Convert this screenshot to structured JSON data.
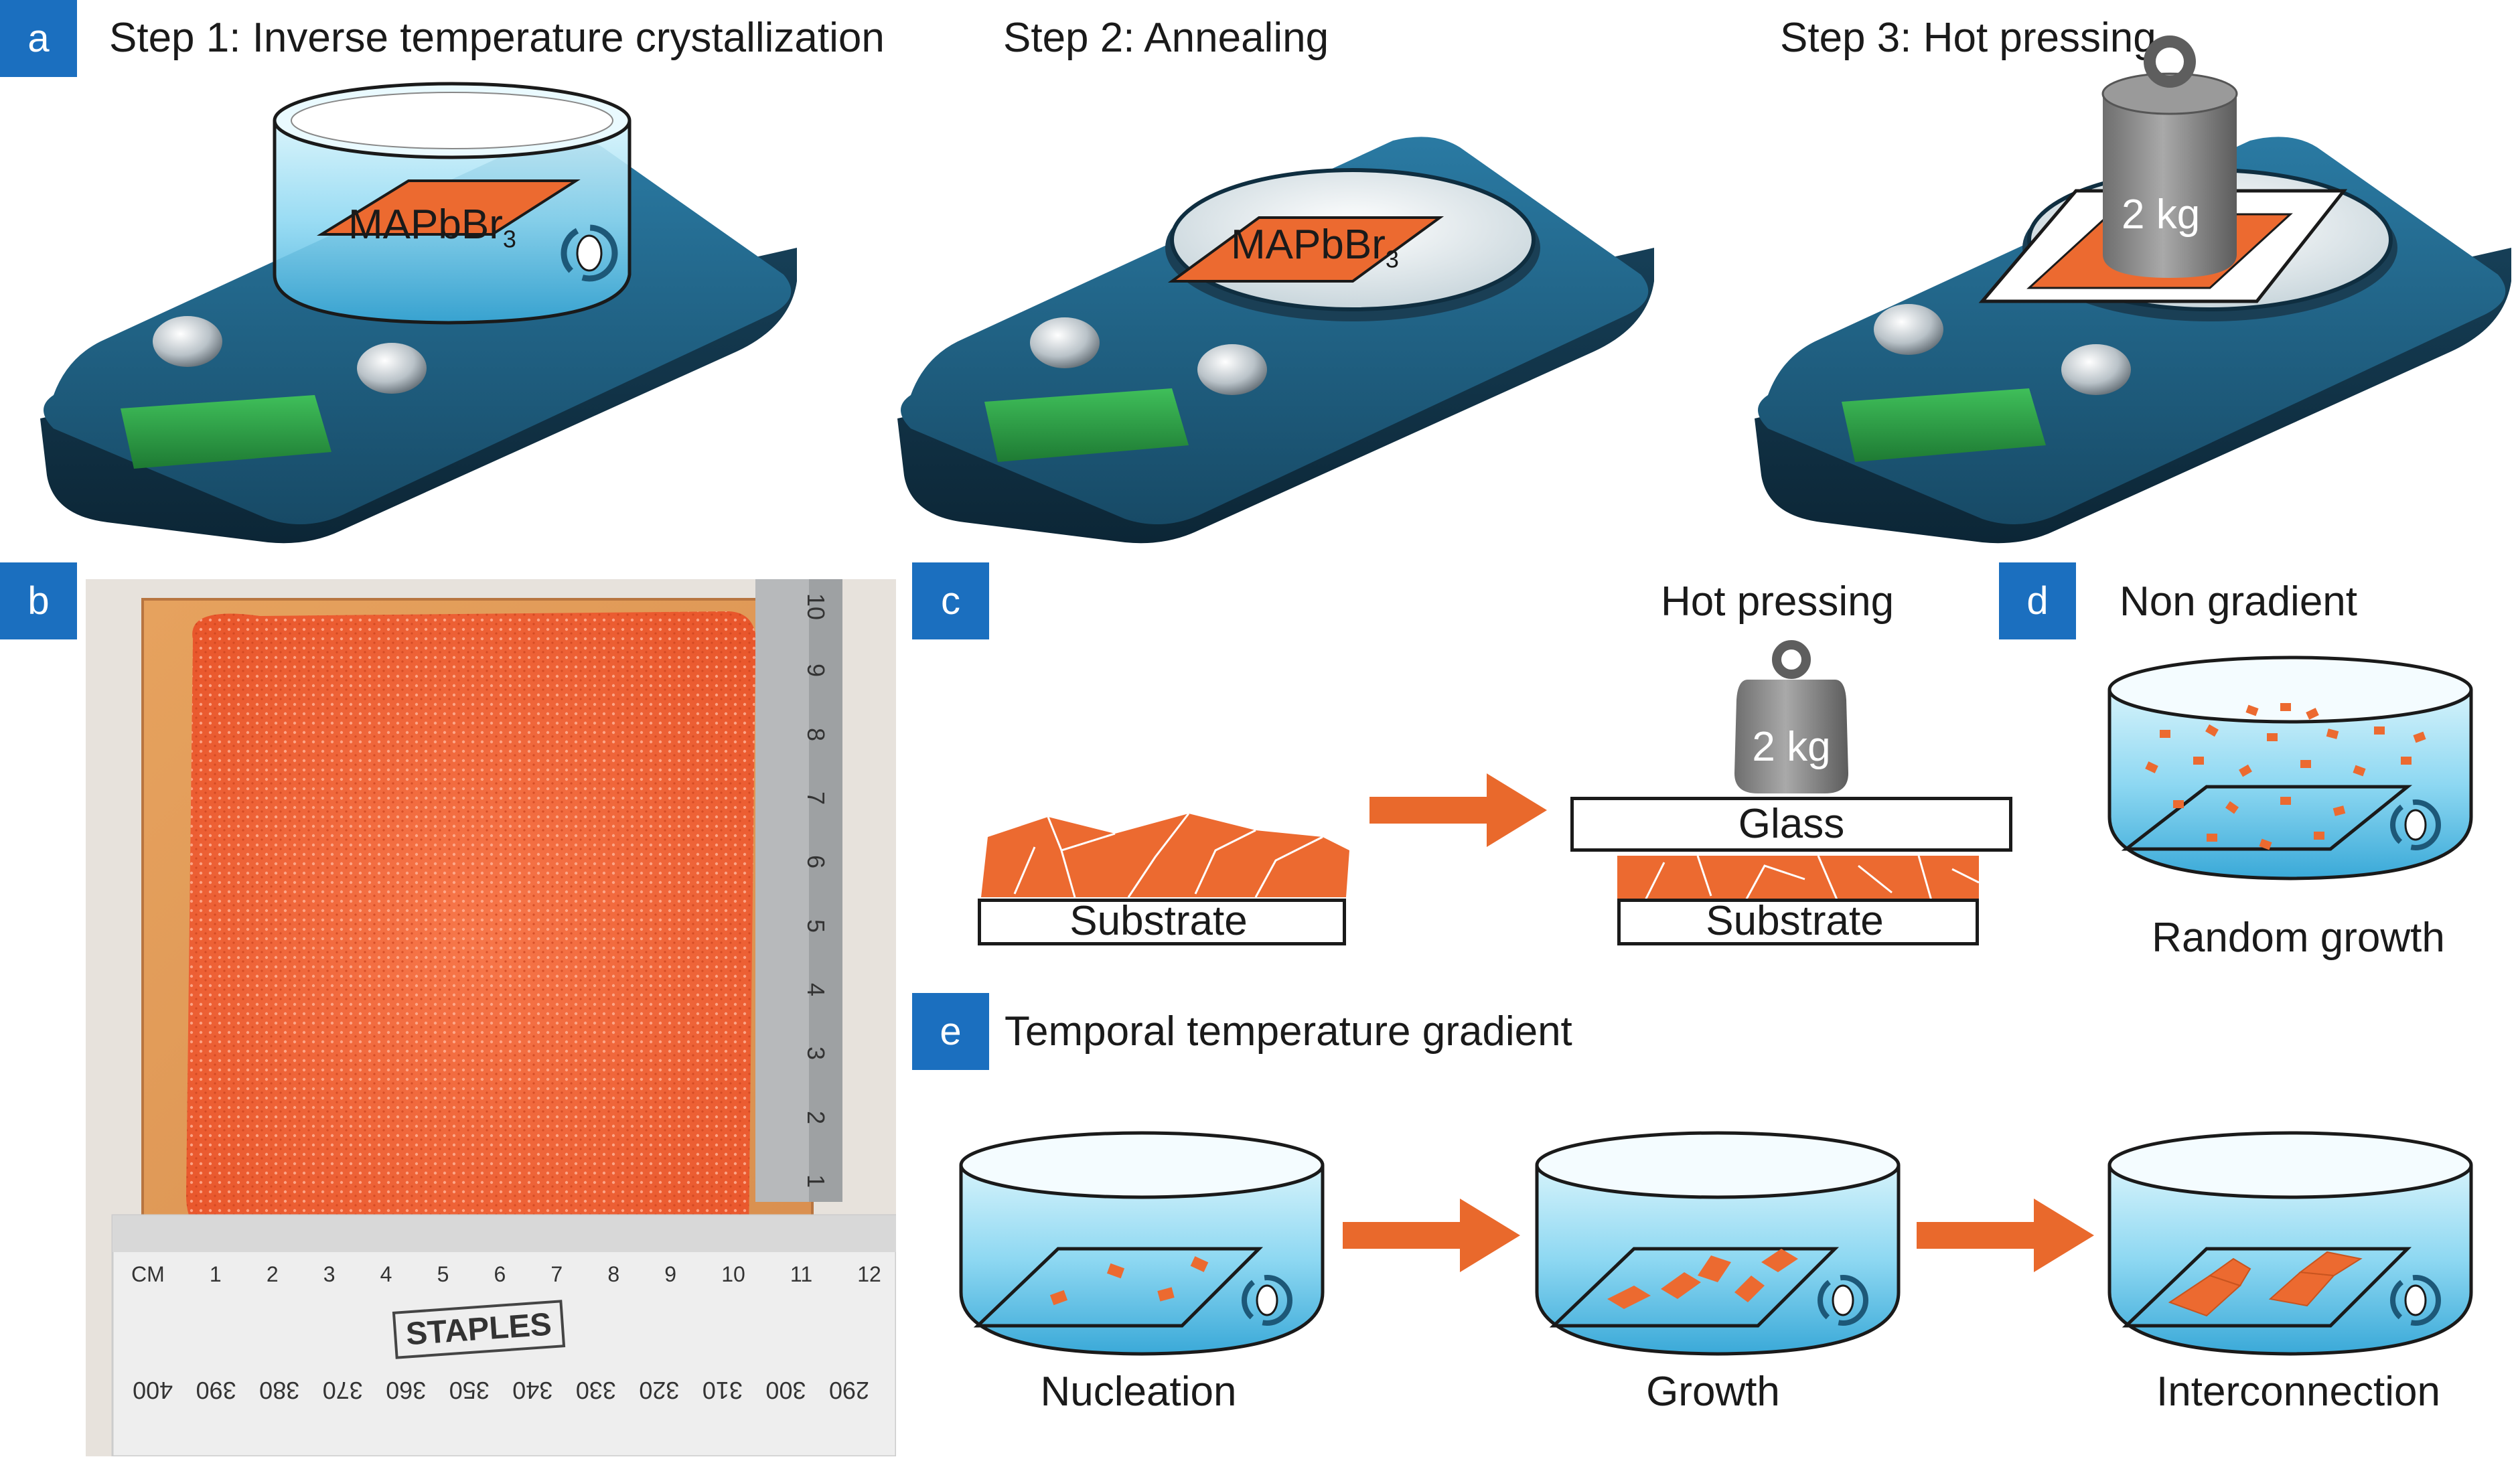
{
  "panels": {
    "a": {
      "badge": "a",
      "step1": "Step 1: Inverse temperature crystallization",
      "step2": "Step 2: Annealing",
      "step3": "Step 3: Hot pressing",
      "crystal_label": "MAPbBr",
      "crystal_sub": "3",
      "weight": "2 kg"
    },
    "b": {
      "badge": "b",
      "ruler_v": [
        "10",
        "9",
        "8",
        "7",
        "6",
        "5",
        "4",
        "3",
        "2",
        "1"
      ],
      "ruler_h": [
        "CM",
        "1",
        "2",
        "3",
        "4",
        "5",
        "6",
        "7",
        "8",
        "9",
        "10",
        "11",
        "12"
      ],
      "ruler_h2": [
        "400",
        "390",
        "380",
        "370",
        "360",
        "350",
        "340",
        "330",
        "320",
        "310",
        "300",
        "290"
      ],
      "brand": "STAPLES"
    },
    "c": {
      "badge": "c",
      "hot_pressing": "Hot pressing",
      "weight": "2 kg",
      "glass": "Glass",
      "substrate_left": "Substrate",
      "substrate_right": "Substrate"
    },
    "d": {
      "badge": "d",
      "title": "Non gradient",
      "caption": "Random growth"
    },
    "e": {
      "badge": "e",
      "title": "Temporal temperature gradient",
      "stage1": "Nucleation",
      "stage2": "Growth",
      "stage3": "Interconnection"
    }
  },
  "colors": {
    "accent_blue": "#1b6fbf",
    "perovskite_orange": "#e9692c",
    "hotplate_blue": "#1d5878",
    "button_green": "#2e9a45",
    "water_blue": "#7fd0ee"
  }
}
